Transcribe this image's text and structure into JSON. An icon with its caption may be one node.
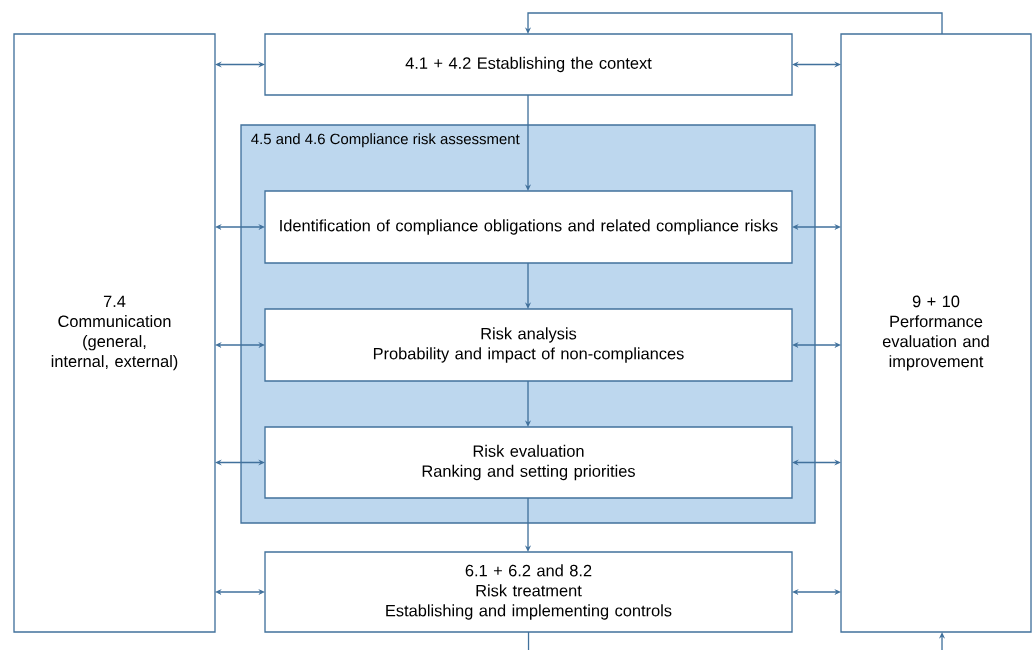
{
  "diagram": {
    "nodes": [
      {
        "text": [
          "7.4",
          "Communication (general, internal, external)"
        ]
      },
      {
        "text": [
          "4.1 + 4.2 Establishing the context"
        ]
      },
      {
        "text": [
          "4.5 and 4.6 Compliance risk assessment"
        ]
      },
      {
        "text": [
          "Identification of compliance obligations and related compliance risks"
        ],
        "in": 2
      },
      {
        "text": [
          "Risk analysis",
          "Probability and impact of non-compliances"
        ],
        "in": 2
      },
      {
        "text": [
          "Risk evaluation",
          "Ranking and setting priorities"
        ],
        "in": 2
      },
      {
        "text": [
          "6.1 + 6.2 and 8.2",
          "Risk treatment",
          "Establishing and implementing controls"
        ]
      },
      {
        "text": [
          "9 + 10",
          "Performance evaluation and improvement"
        ]
      }
    ],
    "edges": [
      {
        "from": 0,
        "to": 1,
        "arrow": "both"
      },
      {
        "from": 0,
        "to": 3,
        "arrow": "both"
      },
      {
        "from": 0,
        "to": 4,
        "arrow": "both"
      },
      {
        "from": 0,
        "to": 5,
        "arrow": "both"
      },
      {
        "from": 0,
        "to": 6,
        "arrow": "both"
      },
      {
        "from": 1,
        "to": 7,
        "arrow": "both"
      },
      {
        "from": 3,
        "to": 7,
        "arrow": "both"
      },
      {
        "from": 4,
        "to": 7,
        "arrow": "both"
      },
      {
        "from": 5,
        "to": 7,
        "arrow": "both"
      },
      {
        "from": 6,
        "to": 7,
        "arrow": "both"
      },
      {
        "from": 1,
        "to": 3,
        "arrow": "to"
      },
      {
        "from": 3,
        "to": 4,
        "arrow": "to"
      },
      {
        "from": 4,
        "to": 5,
        "arrow": "to"
      },
      {
        "from": 5,
        "to": 6,
        "arrow": "to"
      },
      {
        "from": 7,
        "to": 1,
        "arrow": "to"
      },
      {
        "from": 6,
        "to": null,
        "arrow": "none"
      },
      {
        "from": null,
        "to": 7,
        "arrow": "to"
      }
    ]
  }
}
